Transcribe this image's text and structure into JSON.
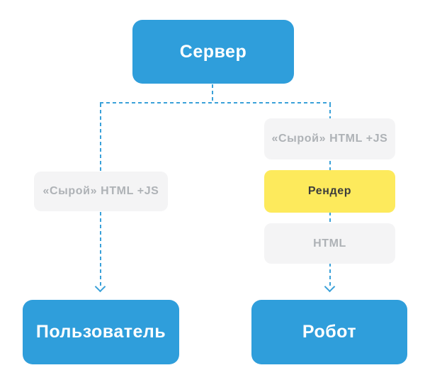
{
  "colors": {
    "blue": "#2f9edb",
    "yellow": "#fdea5c",
    "gray_box": "#f4f4f5",
    "gray_text": "#aeb2b6",
    "dark_text": "#3d3d3d",
    "white_text": "#ffffff",
    "line": "#3aa1d9"
  },
  "nodes": {
    "server": {
      "label": "Сервер"
    },
    "left_raw": {
      "label": "«Сырой» HTML +JS"
    },
    "right_raw": {
      "label": "«Сырой» HTML +JS"
    },
    "render": {
      "label": "Рендер"
    },
    "html": {
      "label": "HTML"
    },
    "user": {
      "label": "Пользователь"
    },
    "robot": {
      "label": "Робот"
    }
  },
  "edges": [
    {
      "from": "Сервер",
      "via": [
        "«Сырой» HTML +JS"
      ],
      "to": "Пользователь",
      "style": "dashed-arrow"
    },
    {
      "from": "Сервер",
      "via": [
        "«Сырой» HTML +JS",
        "Рендер",
        "HTML"
      ],
      "to": "Робот",
      "style": "dashed-arrow"
    }
  ]
}
